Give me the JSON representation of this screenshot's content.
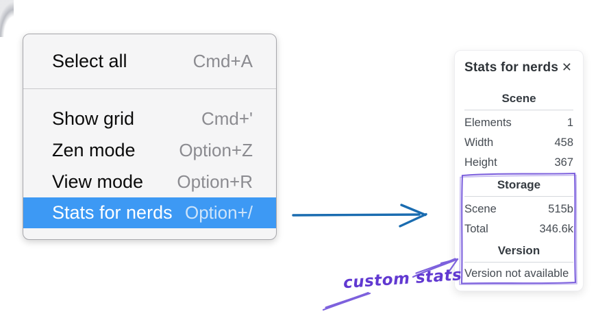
{
  "menu": {
    "items": [
      {
        "label": "Select all",
        "shortcut": "Cmd+A",
        "selected": false
      },
      {
        "label": "Show grid",
        "shortcut": "Cmd+'",
        "selected": false
      },
      {
        "label": "Zen mode",
        "shortcut": "Option+Z",
        "selected": false
      },
      {
        "label": "View mode",
        "shortcut": "Option+R",
        "selected": false
      },
      {
        "label": "Stats for nerds",
        "shortcut": "Option+/",
        "selected": true
      }
    ]
  },
  "panel": {
    "title": "Stats for nerds",
    "close_icon": "✕",
    "sections": [
      {
        "title": "Scene",
        "rows": [
          {
            "label": "Elements",
            "value": "1"
          },
          {
            "label": "Width",
            "value": "458"
          },
          {
            "label": "Height",
            "value": "367"
          }
        ]
      },
      {
        "title": "Storage",
        "rows": [
          {
            "label": "Scene",
            "value": "515b"
          },
          {
            "label": "Total",
            "value": "346.6k"
          }
        ]
      },
      {
        "title": "Version",
        "note": "Version not available"
      }
    ]
  },
  "annotation": {
    "label": "custom stats"
  },
  "colors": {
    "arrow_blue": "#1a6cb0",
    "annotation_purple": "#7d61dd",
    "menu_highlight": "#3d99f4"
  }
}
